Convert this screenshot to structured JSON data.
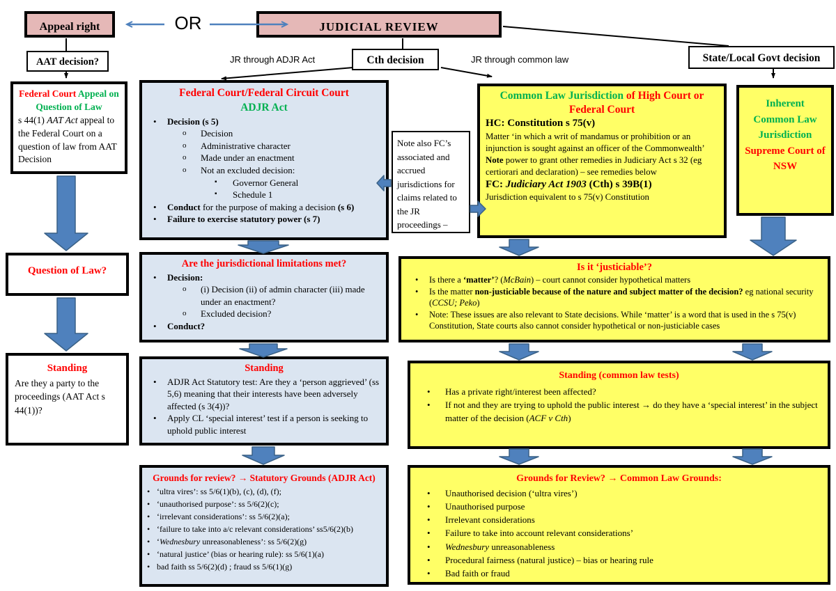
{
  "colors": {
    "pink": "#E5B8B7",
    "box_blue": "#DBE5F1",
    "box_yellow": "#FFFF66",
    "arrow_blue": "#4F81BD",
    "arrow_edge": "#3A6186",
    "red": "#FF0000",
    "green": "#00B050"
  },
  "top": {
    "appeal_right": "Appeal right",
    "or": "OR",
    "judicial_review": "JUDICIAL REVIEW",
    "aat_decision": "AAT decision?",
    "jr_through_adjr": "JR through ADJR Act",
    "cth_decision": "Cth decision",
    "jr_through_common": "JR through common law",
    "state_local": "State/Local Govt decision"
  },
  "left_column": {
    "fc_appeal": {
      "title": [
        {
          "t": "Federal Court",
          "c": "red b"
        },
        {
          "t": " Appeal on Question of Law",
          "c": "green b"
        }
      ],
      "body": [
        {
          "t": "s 44(1) ",
          "c": ""
        },
        {
          "t": "AAT Act",
          "c": "i"
        },
        {
          "t": " appeal to the Federal Court on a question of law from AAT Decision",
          "c": ""
        }
      ]
    },
    "question_of_law": {
      "title": "Question of Law?"
    },
    "standing": {
      "title": "Standing",
      "body": [
        {
          "t": "Are they a party to the proceedings (AAT Act s 44(1))?",
          "c": ""
        }
      ]
    }
  },
  "adjr_column": {
    "jurisdiction_box": {
      "title1": "Federal Court/Federal Circuit Court",
      "title2": "ADJR Act",
      "items": [
        {
          "level": 0,
          "runs": [
            {
              "t": "Decision (s 5)",
              "c": "b"
            }
          ]
        },
        {
          "level": 1,
          "runs": [
            {
              "t": "Decision",
              "c": ""
            }
          ]
        },
        {
          "level": 1,
          "runs": [
            {
              "t": "Administrative character",
              "c": ""
            }
          ]
        },
        {
          "level": 1,
          "runs": [
            {
              "t": "Made under an enactment",
              "c": ""
            }
          ]
        },
        {
          "level": 1,
          "runs": [
            {
              "t": "Not an excluded decision:",
              "c": ""
            }
          ]
        },
        {
          "level": 2,
          "runs": [
            {
              "t": "Governor General",
              "c": ""
            }
          ]
        },
        {
          "level": 2,
          "runs": [
            {
              "t": "Schedule 1",
              "c": ""
            }
          ]
        },
        {
          "level": 0,
          "runs": [
            {
              "t": "Conduct",
              "c": "b"
            },
            {
              "t": " for the purpose of making a decision ",
              "c": ""
            },
            {
              "t": "(s 6)",
              "c": "b"
            }
          ]
        },
        {
          "level": 0,
          "runs": [
            {
              "t": "Failure to exercise statutory power (s 7)",
              "c": "b"
            }
          ]
        }
      ]
    },
    "note_box": {
      "text": "Note also FC’s associated and accrued jurisdictions for claims related to the JR proceedings –"
    },
    "jurisdictional_limits": {
      "title": "Are the jurisdictional limitations met?",
      "items": [
        {
          "level": 0,
          "runs": [
            {
              "t": "Decision:",
              "c": "b"
            }
          ]
        },
        {
          "level": 1,
          "runs": [
            {
              "t": "(i) Decision (ii) of admin character (iii) made under an enactment?",
              "c": ""
            }
          ]
        },
        {
          "level": 1,
          "runs": [
            {
              "t": "Excluded decision?",
              "c": ""
            }
          ]
        },
        {
          "level": 0,
          "runs": [
            {
              "t": "Conduct?",
              "c": "b"
            }
          ]
        }
      ]
    },
    "standing": {
      "title": "Standing",
      "items": [
        {
          "level": 0,
          "runs": [
            {
              "t": "ADJR Act Statutory test: Are they a ‘person aggrieved’ (ss 5,6) meaning that their interests have been adversely affected (s 3(4))?",
              "c": ""
            }
          ]
        },
        {
          "level": 0,
          "runs": [
            {
              "t": "Apply CL ‘special interest’ test if a person is seeking to uphold public interest",
              "c": ""
            }
          ]
        }
      ]
    },
    "grounds": {
      "title": "Grounds for review? → Statutory Grounds (ADJR Act)",
      "items": [
        {
          "level": 0,
          "runs": [
            {
              "t": "‘ultra vires’: ss 5/6(1)(b), (c), (d), (f);",
              "c": ""
            }
          ]
        },
        {
          "level": 0,
          "runs": [
            {
              "t": "‘unauthorised purpose’: ss 5/6(2)(c);",
              "c": ""
            }
          ]
        },
        {
          "level": 0,
          "runs": [
            {
              "t": "‘irrelevant considerations’: ss 5/6(2)(a);",
              "c": ""
            }
          ]
        },
        {
          "level": 0,
          "runs": [
            {
              "t": "‘failure to take into a/c relevant considerations’ ss5/6(2)(b)",
              "c": ""
            }
          ]
        },
        {
          "level": 0,
          "runs": [
            {
              "t": "‘",
              "c": ""
            },
            {
              "t": "Wednesbury",
              "c": "i"
            },
            {
              "t": " unreasonableness’: ss 5/6(2)(g)",
              "c": ""
            }
          ]
        },
        {
          "level": 0,
          "runs": [
            {
              "t": "‘natural justice’ (bias or hearing rule): ss 5/6(1)(a)",
              "c": ""
            }
          ]
        },
        {
          "level": 0,
          "runs": [
            {
              "t": "bad faith ss 5/6(2)(d) ; fraud  ss 5/6(1)(g)",
              "c": ""
            }
          ]
        }
      ]
    }
  },
  "common_law_column": {
    "jurisdiction_box": {
      "title": [
        {
          "t": "Common Law Jurisdiction",
          "c": "green b"
        },
        {
          "t": " of High Court or Federal Court",
          "c": "red b"
        }
      ],
      "lines": [
        {
          "big": true,
          "runs": [
            {
              "t": "HC: Constitution s 75(v)",
              "c": "b"
            }
          ]
        },
        {
          "runs": [
            {
              "t": "Matter ‘in which a writ of mandamus or prohibition or an injunction is sought against an officer of the Commonwealth’",
              "c": ""
            }
          ]
        },
        {
          "runs": [
            {
              "t": "Note",
              "c": "b"
            },
            {
              "t": " power to grant other remedies in Judiciary Act s 32 (eg certiorari and declaration) – see remedies below",
              "c": ""
            }
          ]
        },
        {
          "big": true,
          "runs": [
            {
              "t": "FC: ",
              "c": "b"
            },
            {
              "t": "Judiciary Act 1903",
              "c": "bi"
            },
            {
              "t": " (Cth) s 39B(1)",
              "c": "b"
            }
          ]
        },
        {
          "runs": [
            {
              "t": "Jurisdiction equivalent to s 75(v) Constitution",
              "c": ""
            }
          ]
        }
      ]
    },
    "justiciable": {
      "title": "Is it ‘justiciable’?",
      "items": [
        {
          "level": 0,
          "runs": [
            {
              "t": "Is there a ",
              "c": ""
            },
            {
              "t": "‘matter’",
              "c": "b"
            },
            {
              "t": "? (",
              "c": ""
            },
            {
              "t": "McBain",
              "c": "i"
            },
            {
              "t": ") – court cannot consider hypothetical matters",
              "c": ""
            }
          ]
        },
        {
          "level": 0,
          "runs": [
            {
              "t": "Is the matter ",
              "c": ""
            },
            {
              "t": "non-justiciable because of the nature and subject matter of the decision?",
              "c": "b"
            },
            {
              "t": " eg national security (",
              "c": ""
            },
            {
              "t": "CCSU; Peko",
              "c": "i"
            },
            {
              "t": ")",
              "c": ""
            }
          ]
        },
        {
          "level": 0,
          "runs": [
            {
              "t": "Note: These issues are also relevant to State decisions. While ‘matter’ is a word that is used in the s 75(v) Constitution, State courts also cannot consider hypothetical or non-justiciable cases",
              "c": ""
            }
          ]
        }
      ]
    },
    "standing": {
      "title": "Standing (common law tests)",
      "items": [
        {
          "level": 0,
          "runs": [
            {
              "t": "Has a private right/interest been affected?",
              "c": ""
            }
          ]
        },
        {
          "level": 0,
          "runs": [
            {
              "t": "If not and they are trying to uphold the public interest → do they have a ‘special interest’ in the subject matter of the decision (",
              "c": ""
            },
            {
              "t": "ACF v Cth",
              "c": "i"
            },
            {
              "t": ")",
              "c": ""
            }
          ]
        }
      ]
    },
    "grounds": {
      "title": "Grounds for Review? → Common Law Grounds:",
      "items": [
        {
          "level": 0,
          "runs": [
            {
              "t": "Unauthorised decision (‘ultra vires’)",
              "c": ""
            }
          ]
        },
        {
          "level": 0,
          "runs": [
            {
              "t": "Unauthorised purpose",
              "c": ""
            }
          ]
        },
        {
          "level": 0,
          "runs": [
            {
              "t": "Irrelevant considerations",
              "c": ""
            }
          ]
        },
        {
          "level": 0,
          "runs": [
            {
              "t": "Failure to take into account relevant considerations’",
              "c": ""
            }
          ]
        },
        {
          "level": 0,
          "runs": [
            {
              "t": "Wednesbury",
              "c": "i"
            },
            {
              "t": " unreasonableness",
              "c": ""
            }
          ]
        },
        {
          "level": 0,
          "runs": [
            {
              "t": "Procedural fairness (natural justice) – bias or hearing rule",
              "c": ""
            }
          ]
        },
        {
          "level": 0,
          "runs": [
            {
              "t": "Bad faith  or fraud",
              "c": ""
            }
          ]
        }
      ]
    }
  },
  "nsw_column": {
    "inherent_box": {
      "title": [
        {
          "t": "Inherent Common Law Jurisdiction ",
          "c": "green b"
        },
        {
          "t": "Supreme Court of NSW",
          "c": "red b"
        }
      ]
    }
  }
}
